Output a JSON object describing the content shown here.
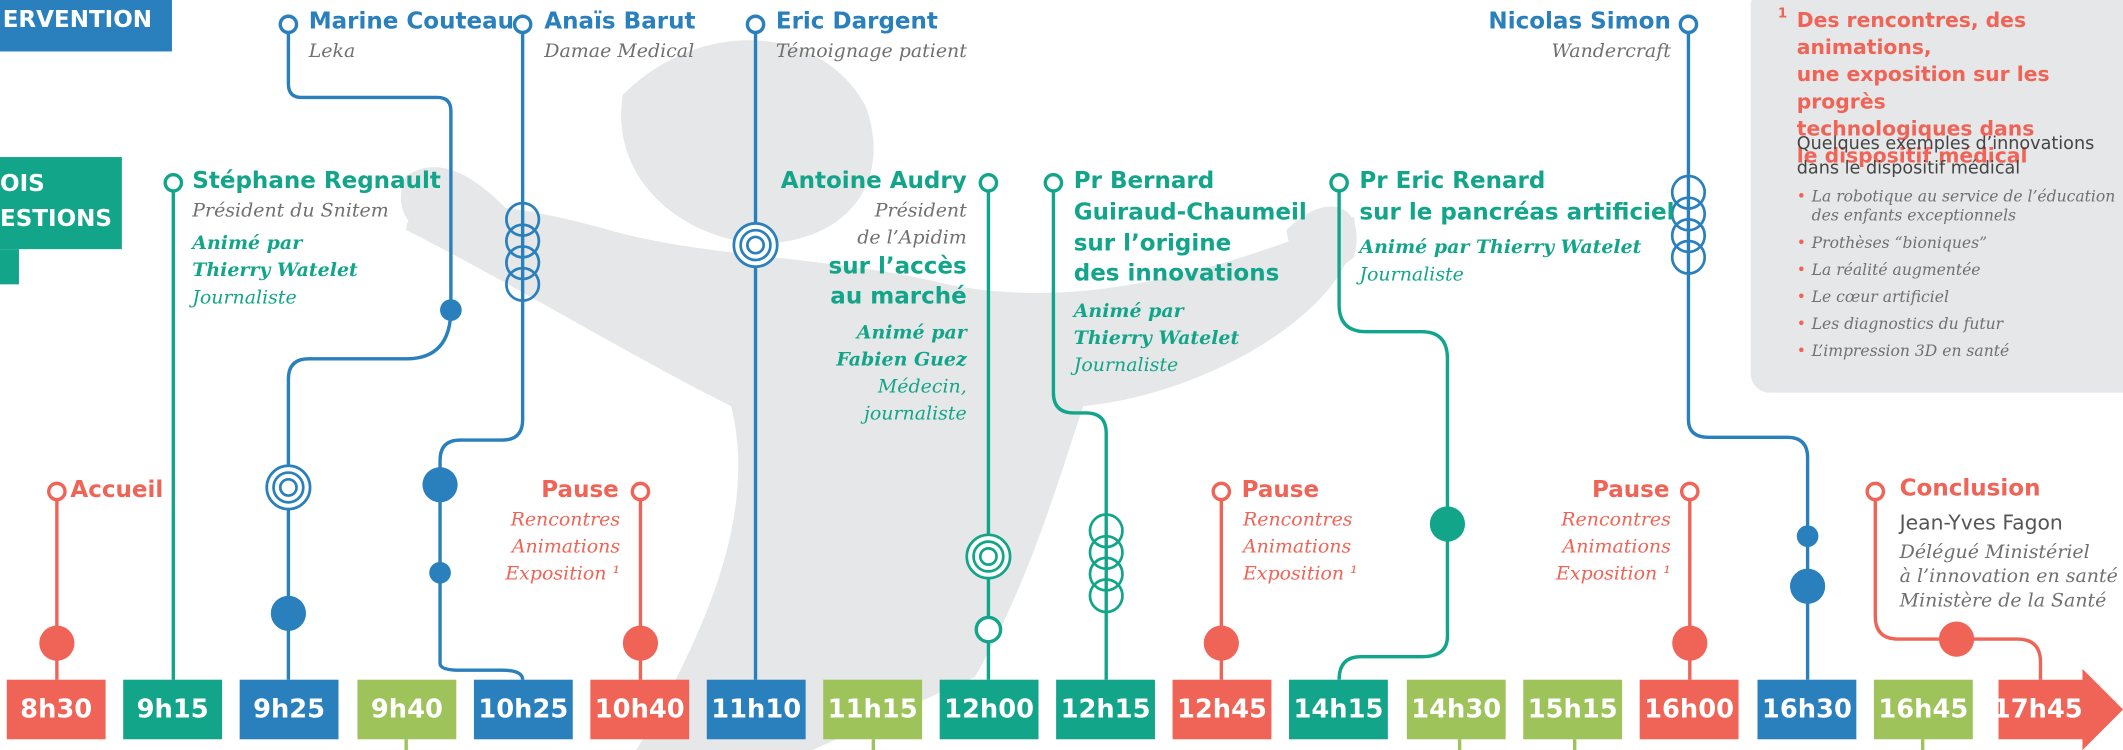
{
  "left_tags": {
    "top": "ERVENTION",
    "mid_line1": "OIS",
    "mid_line2": "ESTIONS"
  },
  "speakers": {
    "couteau": {
      "name": "Marine Couteau",
      "org": "Leka"
    },
    "barut": {
      "name": "Anaïs Barut",
      "org": "Damae Medical"
    },
    "dargent": {
      "name": "Eric Dargent",
      "org": "Témoignage patient"
    },
    "simon": {
      "name": "Nicolas Simon",
      "org": "Wandercraft"
    },
    "regnault": {
      "name": "Stéphane Regnault",
      "role": "Président du Snitem",
      "anim1": "Animé par",
      "anim2": "Thierry Watelet",
      "anim3": "Journaliste"
    },
    "audry": {
      "name": "Antoine Audry",
      "role1": "Président",
      "role2": "de l’Apidim",
      "topic1": "sur l’accès",
      "topic2": "au marché",
      "anim1": "Animé par",
      "anim2": "Fabien Guez",
      "anim3": "Médecin,",
      "anim4": "journaliste"
    },
    "guiraud": {
      "name1": "Pr Bernard",
      "name2": "Guiraud-Chaumeil",
      "topic1": "sur l’origine",
      "topic2": "des innovations",
      "anim1": "Animé par",
      "anim2": "Thierry Watelet",
      "anim3": "Journaliste"
    },
    "renard": {
      "name1": "Pr Eric Renard",
      "name2": "sur le pancréas artificiel",
      "anim1": "Animé par Thierry Watelet",
      "anim2": "Journaliste"
    }
  },
  "events": {
    "accueil": "Accueil",
    "pause1": {
      "title": "Pause",
      "l1": "Rencontres",
      "l2": "Animations",
      "l3": "Exposition ¹"
    },
    "pause2": {
      "title": "Pause",
      "l1": "Rencontres",
      "l2": "Animations",
      "l3": "Exposition ¹"
    },
    "pause3": {
      "title": "Pause",
      "l1": "Rencontres",
      "l2": "Animations",
      "l3": "Exposition ¹"
    },
    "conclusion": {
      "title": "Conclusion",
      "name": "Jean-Yves Fagon",
      "r1": "Délégué Ministériel",
      "r2": "à l’innovation en santé",
      "r3": "Ministère de la Santé"
    }
  },
  "panel": {
    "sup": "1",
    "title1": "Des rencontres, des animations,",
    "title2": "une exposition sur les progrès",
    "title3": "technologiques dans",
    "title4": "le dispositif médical",
    "intro1": "Quelques exemples d’innovations",
    "intro2": "dans le dispositif médical",
    "items": [
      "La robotique au service de l’éducation",
      "des enfants exceptionnels",
      "Prothèses “bioniques”",
      "La réalité augmentée",
      "Le cœur artificiel",
      "Les diagnostics du futur",
      "L’impression 3D en santé"
    ]
  },
  "timeline": [
    "8h30",
    "9h15",
    "9h25",
    "9h40",
    "10h25",
    "10h40",
    "11h10",
    "11h15",
    "12h00",
    "12h15",
    "12h45",
    "14h15",
    "14h30",
    "15h15",
    "16h00",
    "16h30",
    "16h45",
    "17h45"
  ],
  "colors": {
    "red": "#ef6456",
    "teal": "#13a58a",
    "blue": "#2a7fbd",
    "green": "#9dc35a",
    "grey": "#e6e7e8"
  }
}
